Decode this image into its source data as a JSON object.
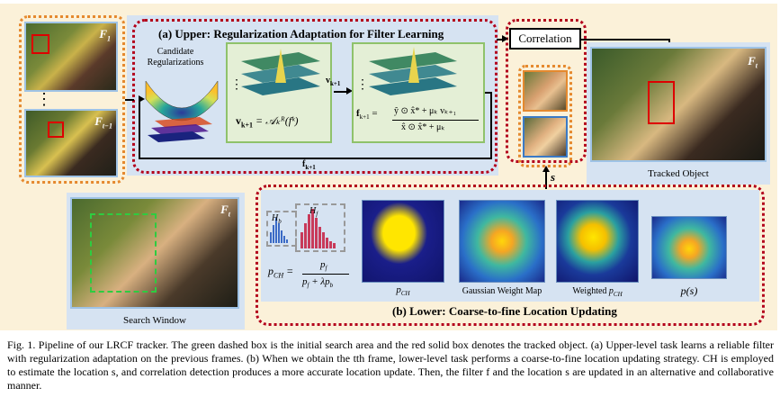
{
  "upper": {
    "title": "(a) Upper: Regularization Adaptation for Filter Learning",
    "candidate_label": "Candidate Regularizations",
    "eq_v": "v",
    "eq_v_full": "= 𝒜ₖᴿ(fᵏ)",
    "eq_f_left": "f",
    "eq_f_num": "ŷ ⊙ x̂* + μₖ vₖ₊₁",
    "eq_f_den": "x̂ ⊙ x̂* + μₖ",
    "arrow_v_label": "v",
    "arrow_f_label": "f",
    "sub_k1": "k+1"
  },
  "correlation": {
    "label": "Correlation"
  },
  "s_label": "s",
  "frames": {
    "f1": "F",
    "f1_sub": "1",
    "ft1": "F",
    "ft1_sub": "t−1",
    "ft": "F",
    "ft_sub": "t",
    "dots": "⋮"
  },
  "tracked_label": "Tracked Object",
  "search_label": "Search Window",
  "lower": {
    "title": "(b) Lower: Coarse-to-fine Location Updating",
    "hb": "H",
    "hb_sub": "b",
    "hf": "H",
    "hf_sub": "f",
    "pch_eq_left": "p",
    "pch_sub": "CH",
    "pch_num": "p",
    "pch_num_sub": "f",
    "pch_den": "p",
    "pch_den_sub": "f",
    "pch_den_mid": "+ λp",
    "pch_den_mid_sub": "b",
    "img1_label": "p",
    "img1_sub": "CH",
    "img2_label": "Gaussian Weight Map",
    "img3_label": "Weighted",
    "img3_p": "p",
    "img3_sub": "CH",
    "img4_label": "p(s)"
  },
  "caption": {
    "line1": "Fig. 1.   Pipeline of our LRCF tracker. The green dashed box is the initial search area and the red solid box denotes the tracked object. (a)  Upper-level task learns a reliable filter with regularization adaptation on the previous frames.  (b)  When we obtain the tth frame, lower-level task performs a coarse-to-fine location updating strategy. CH is employed to estimate the location s, and correlation detection produces a more accurate location update. Then, the filter f and the location s are updated in an alternative and collaborative manner."
  },
  "colors": {
    "background": "#fbf1d9",
    "red_dotted": "#b3001b",
    "orange_dotted": "#e5892e",
    "blue_panel": "#d6e3f2",
    "green_panel": "#e4efd6"
  }
}
